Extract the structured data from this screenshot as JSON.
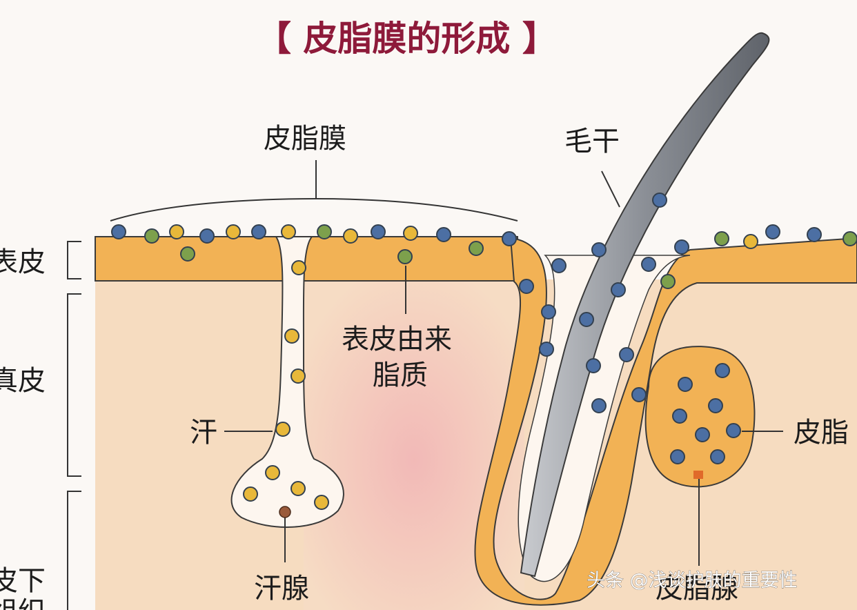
{
  "title": "【 皮脂膜的形成 】",
  "labels": {
    "sebum_film": "皮脂膜",
    "hair_shaft": "毛干",
    "epidermis": "表皮",
    "dermis": "真皮",
    "subcutaneous_line1": "皮下",
    "subcutaneous_line2": "组织",
    "epidermal_lipid_line1": "表皮由来",
    "epidermal_lipid_line2": "脂质",
    "sweat": "汗",
    "sweat_gland": "汗腺",
    "sebum": "皮脂",
    "sebaceous_gland": "皮脂腺"
  },
  "watermark": "头条 @浅谈护肤的重要性",
  "colors": {
    "title": "#8e1a3a",
    "background": "#fbf8f5",
    "epidermis": "#f2b255",
    "dermis": "#f6dcc0",
    "dermis_pink": "#f3c4bf",
    "hair": "#7b7f86",
    "dot_blue": "#4c6fa3",
    "dot_green": "#7da04c",
    "dot_yellow": "#e8b83a"
  }
}
